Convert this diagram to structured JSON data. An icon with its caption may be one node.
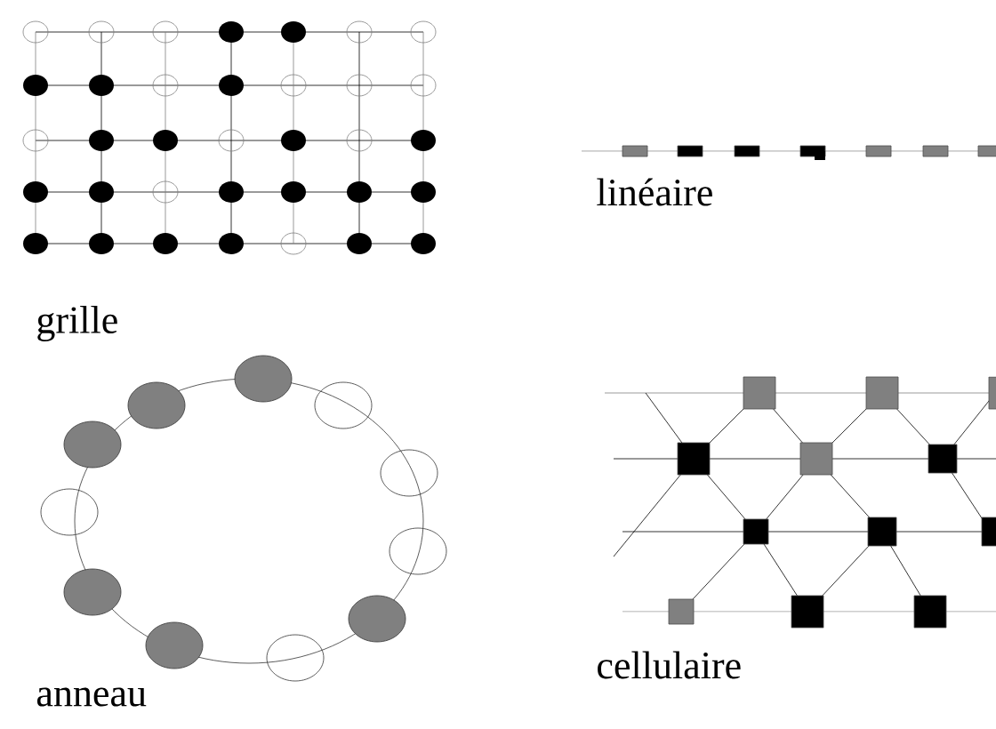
{
  "diagram": {
    "labels": [
      "grille",
      "linéaire",
      "anneau",
      "cellulaire"
    ]
  }
}
